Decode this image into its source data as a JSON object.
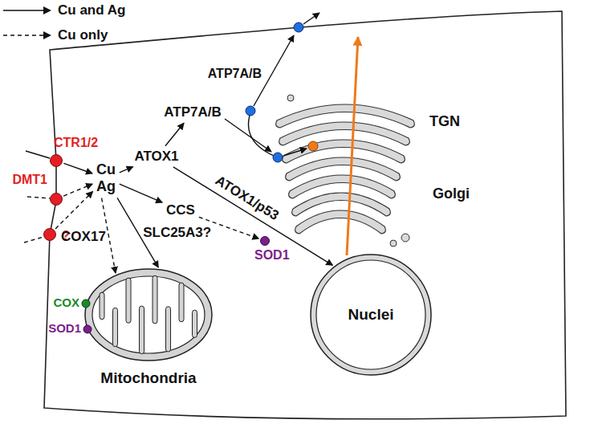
{
  "diagram": {
    "nodes": [
      {
        "text": [
          "Cu",
          "Ag"
        ]
      },
      {
        "text": [
          "CTR1/2"
        ]
      },
      {
        "text": [
          "DMT1"
        ]
      },
      {
        "text": [
          "?"
        ]
      },
      {
        "text": [
          "ATOX1"
        ]
      },
      {
        "text": [
          "ATP7A/B"
        ]
      },
      {
        "text": [
          "CCS"
        ]
      },
      {
        "text": [
          "SOD1"
        ]
      },
      {
        "text": [
          "Mitochondria"
        ]
      },
      {
        "text": [
          "Nuclei"
        ]
      },
      {
        "text": [
          "TGN",
          "Golgi"
        ]
      }
    ],
    "edges": [
      {
        "from": 1,
        "to": 0,
        "arrow": "to"
      },
      {
        "from": 2,
        "to": 0,
        "arrow": "to"
      },
      {
        "from": 3,
        "to": 0,
        "arrow": "to"
      },
      {
        "from": 0,
        "to": 4,
        "arrow": "to"
      },
      {
        "from": 4,
        "to": 5,
        "arrow": "to"
      },
      {
        "from": 4,
        "to": 9,
        "label": "ATOX1/p53",
        "arrow": "to"
      },
      {
        "from": 0,
        "to": 6,
        "arrow": "to"
      },
      {
        "from": 6,
        "to": 7,
        "arrow": "to"
      },
      {
        "from": 0,
        "to": 8,
        "label": "COX17",
        "arrow": "to"
      },
      {
        "from": 0,
        "to": 8,
        "label": "SLC25A3?",
        "arrow": "to"
      }
    ],
    "labels": [
      "ATP7A/B",
      "COX",
      "SOD1"
    ],
    "legend": [
      {
        "text": "Cu and Ag"
      },
      {
        "text": "Cu only"
      }
    ]
  }
}
